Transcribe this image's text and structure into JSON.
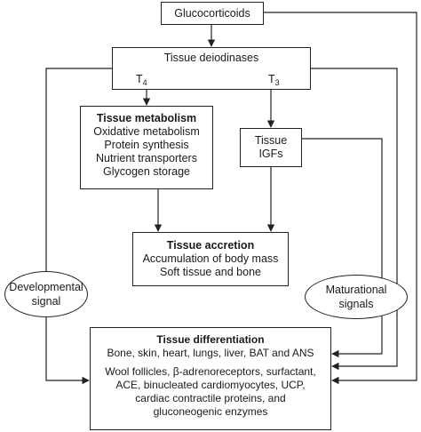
{
  "glucocorticoids": "Glucocorticoids",
  "deiodinases": {
    "title": "Tissue deiodinases",
    "t4_letter": "T",
    "t4_sub": "4",
    "t3_letter": "T",
    "t3_sub": "3"
  },
  "metabolism": {
    "title": "Tissue metabolism",
    "lines": [
      "Oxidative metabolism",
      "Protein synthesis",
      "Nutrient transporters",
      "Glycogen storage"
    ]
  },
  "igfs": {
    "lines": [
      "Tissue",
      "IGFs"
    ]
  },
  "accretion": {
    "title": "Tissue accretion",
    "lines": [
      "Accumulation of body mass",
      "Soft tissue and bone"
    ]
  },
  "differentiation": {
    "title": "Tissue differentiation",
    "lines": [
      "Bone, skin, heart, lungs, liver, BAT and ANS",
      "Wool follicles, β-adrenoreceptors, surfactant,",
      "ACE, binucleated cardiomyocytes, UCP,",
      "cardiac contractile proteins, and",
      "gluconeogenic enzymes"
    ]
  },
  "developmental_signal": [
    "Developmental",
    "signal"
  ],
  "maturational_signals": [
    "Maturational",
    "signals"
  ]
}
